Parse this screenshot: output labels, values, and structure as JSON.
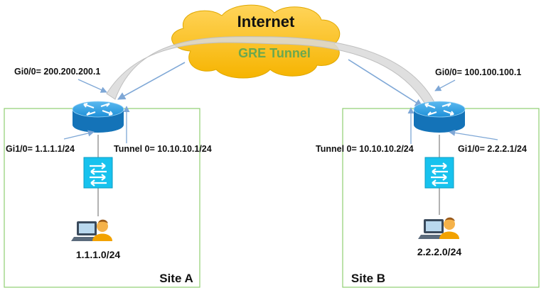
{
  "internet": {
    "label": "Internet"
  },
  "tunnel": {
    "label": "GRE Tunnel"
  },
  "site_a": {
    "name": "Site A",
    "router": {
      "gi0": "Gi0/0= 200.200.200.1",
      "gi1": "Gi1/0= 1.1.1.1/24",
      "tunnel": "Tunnel 0= 10.10.10.1/24"
    },
    "network": "1.1.1.0/24"
  },
  "site_b": {
    "name": "Site B",
    "router": {
      "gi0": "Gi0/0= 100.100.100.1",
      "gi1": "Gi1/0= 2.2.2.1/24",
      "tunnel": "Tunnel 0= 10.10.10.2/24"
    },
    "network": "2.2.2.0/24"
  },
  "colors": {
    "cloud": "#ffc000",
    "tunnel_fill": "#d9d9d9",
    "tunnel_text": "#6aa84f",
    "site_border": "#8fce72",
    "router": "#1e90d8",
    "switch": "#17c2ee",
    "arrow": "#7ea7d6"
  },
  "icons": {
    "router": "router-icon",
    "switch": "switch-icon",
    "user": "user-workstation-icon"
  }
}
